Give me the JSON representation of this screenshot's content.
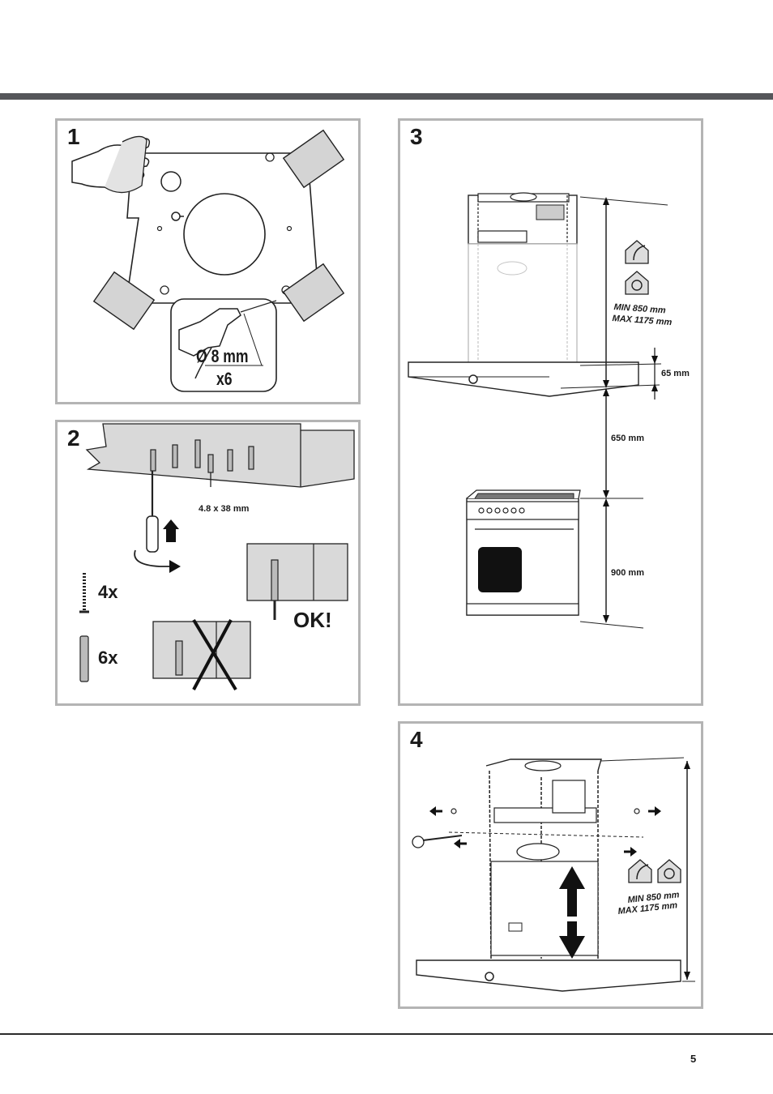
{
  "page": {
    "number": "5"
  },
  "step1": {
    "number": "1",
    "drill_size": "Ø 8 mm",
    "drill_count": "x6"
  },
  "step2": {
    "number": "2",
    "screw_size": "4.8 x 38 mm",
    "screw_count": "4x",
    "plug_count": "6x",
    "ok_label": "OK!"
  },
  "step3": {
    "number": "3",
    "height_min": "MIN 850 mm",
    "height_max": "MAX 1175 mm",
    "hood_thickness": "65 mm",
    "clearance": "650 mm",
    "cooker_height": "900 mm",
    "icons": [
      "ducted-mode-icon",
      "recirculation-mode-icon"
    ]
  },
  "step4": {
    "number": "4",
    "height_min": "MIN 850 mm",
    "height_max": "MAX 1175 mm",
    "icons": [
      "ducted-mode-icon",
      "recirculation-mode-icon"
    ]
  },
  "colors": {
    "header_bar": "#55565a",
    "panel_border": "#b4b4b4",
    "wall_gray": "#d9d9d9",
    "arrow": "#111111"
  }
}
